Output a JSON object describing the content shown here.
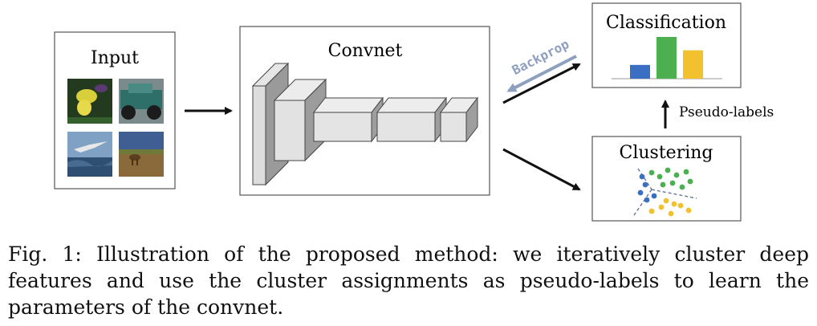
{
  "diagram": {
    "input_label": "Input",
    "convnet_label": "Convnet",
    "backprop_label": "Backprop",
    "classification_label": "Classification",
    "clustering_label": "Clustering",
    "pseudo_labels_label": "Pseudo-labels",
    "input_images": [
      "flower-photo",
      "vintage-car-photo",
      "bird-over-sea-photo",
      "deer-in-field-photo"
    ],
    "classification_bars": [
      {
        "value": 0.33,
        "color": "#3a6fc4"
      },
      {
        "value": 1.0,
        "color": "#4caf50"
      },
      {
        "value": 0.68,
        "color": "#f2c12e"
      }
    ],
    "cluster_colors": {
      "blue": "#3a6fc4",
      "green": "#4caf50",
      "yellow": "#f2c12e"
    }
  },
  "caption": {
    "text": "Fig. 1: Illustration of the proposed method: we iteratively cluster deep features and use the cluster assignments as pseudo-labels to learn the parameters of the convnet."
  }
}
